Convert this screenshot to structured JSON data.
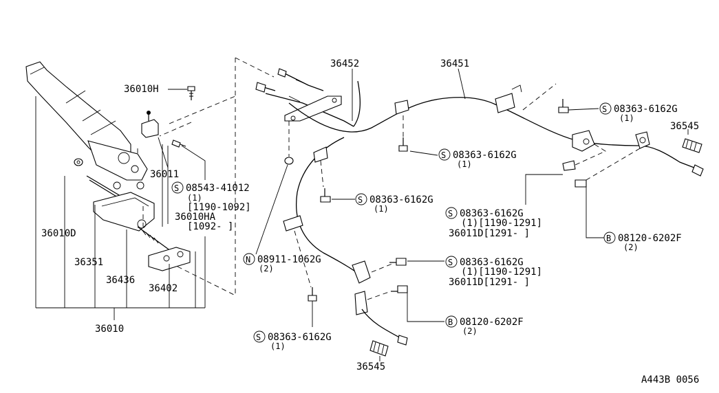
{
  "diagram": {
    "drawing_number": "A443B 0056",
    "labels": {
      "p36010H": "36010H",
      "p36011": "36011",
      "p36010D": "36010D",
      "p36351": "36351",
      "p36436": "36436",
      "p36402": "36402",
      "p36010": "36010",
      "p36010HA": "36010HA",
      "p36010HA_range": "[1092-     ]",
      "p36452": "36452",
      "p36451": "36451",
      "p36545_right": "36545",
      "p36545_bottom": "36545"
    },
    "callouts": [
      {
        "prefix": "S",
        "part": "08543-41012",
        "qty": "(1)",
        "note": "[1190-1092]"
      },
      {
        "prefix": "S",
        "part": "08363-6162G",
        "qty": "(1)"
      },
      {
        "prefix": "S",
        "part": "08363-6162G",
        "qty": "(1)"
      },
      {
        "prefix": "S",
        "part": "08363-6162G",
        "qty": "(1)"
      },
      {
        "prefix": "S",
        "part": "08363-6162G",
        "qty": "(1)[1190-1291]",
        "note": "36011D[1291-     ]"
      },
      {
        "prefix": "B",
        "part": "08120-6202F",
        "qty": "(2)"
      },
      {
        "prefix": "N",
        "part": "08911-1062G",
        "qty": "(2)"
      },
      {
        "prefix": "S",
        "part": "08363-6162G",
        "qty": "(1)[1190-1291]",
        "note": "36011D[1291-     ]"
      },
      {
        "prefix": "B",
        "part": "08120-6202F",
        "qty": "(2)"
      },
      {
        "prefix": "S",
        "part": "08363-6162G",
        "qty": "(1)"
      }
    ]
  }
}
